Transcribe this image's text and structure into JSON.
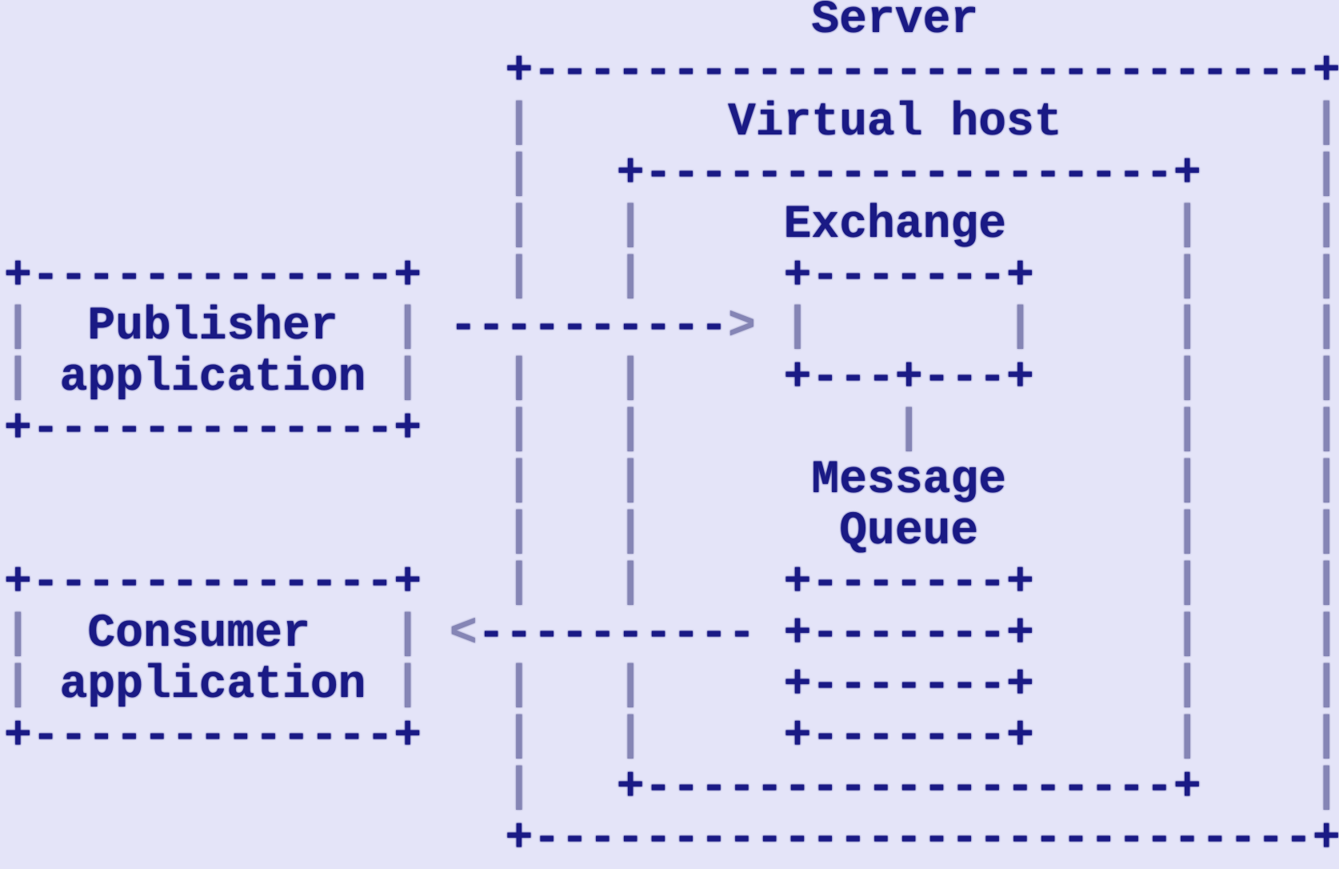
{
  "colors": {
    "background": "#e4e4f8",
    "ink": "#1a1a85",
    "pipe": "#8585b5"
  },
  "diagram": {
    "labels": {
      "server": "Server",
      "virtual_host": "Virtual host",
      "exchange": "Exchange",
      "message_queue_line1": "Message",
      "message_queue_line2": "Queue",
      "publisher_line1": "Publisher",
      "publisher_line2": "application",
      "consumer_line1": "Consumer",
      "consumer_line2": "application"
    },
    "arrows": {
      "publish": "---------->",
      "consume": "<----------"
    },
    "lines": [
      "                             Server             ",
      "                  +----------------------------+",
      "                  |       Virtual host         |",
      "                  |   +-------------------+    |",
      "                  |   |     Exchange      |    |",
      "+-------------+   |   |     +-------+     |    |",
      "|  Publisher  | ----------> |       |     |    |",
      "| application |   |   |     +---+---+     |    |",
      "+-------------+   |   |         |         |    |",
      "                  |   |      Message      |    |",
      "                  |   |       Queue       |    |",
      "+-------------+   |   |     +-------+     |    |",
      "|  Consumer   | <---------- +-------+     |    |",
      "| application |   |   |     +-------+     |    |",
      "+-------------+   |   |     +-------+     |    |",
      "                  |   +-------------------+    |",
      "                  +----------------------------+"
    ]
  }
}
